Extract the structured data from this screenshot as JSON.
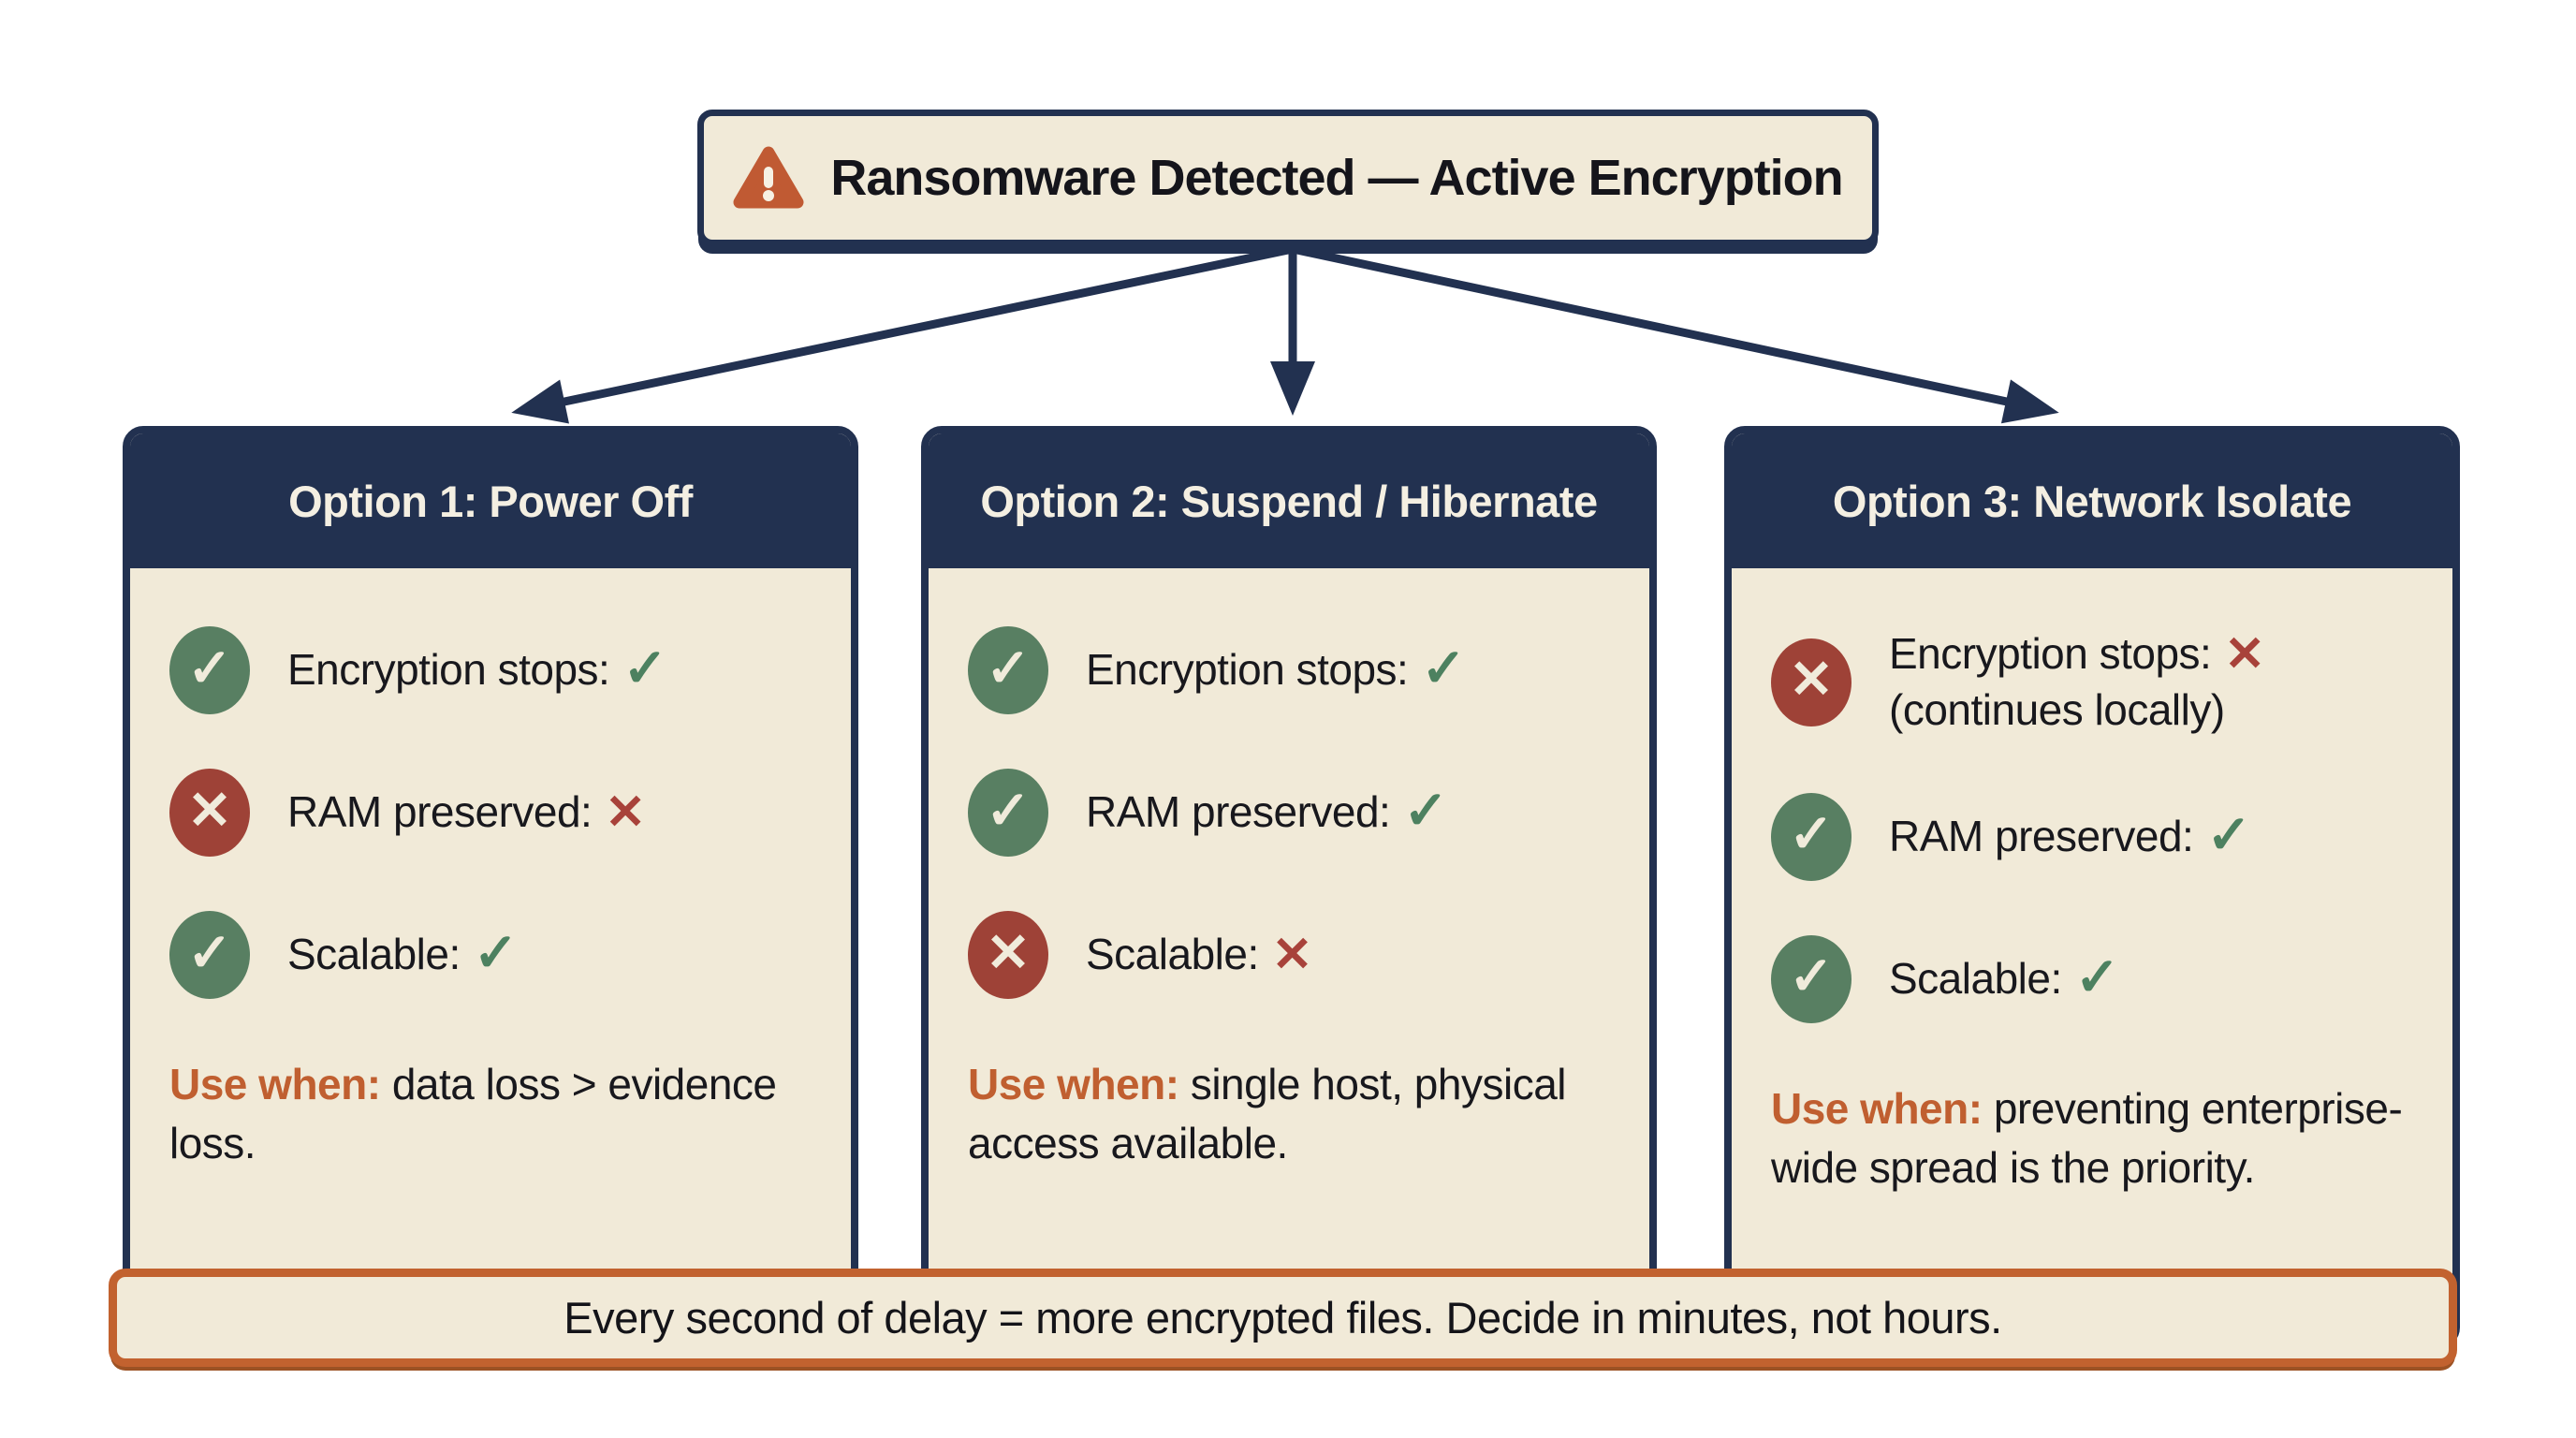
{
  "alert": {
    "title": "Ransomware Detected — Active Encryption"
  },
  "icons": {
    "check": "✓",
    "cross": "✕",
    "warning": "warning-triangle"
  },
  "colors": {
    "navy": "#223150",
    "cream": "#f1ead8",
    "orange_accent": "#c2622f",
    "green_pass": "#587f62",
    "red_fail": "#9e4237"
  },
  "options": [
    {
      "header": "Option 1: Power Off",
      "rows": [
        {
          "label": "Encryption stops:",
          "status": "pass"
        },
        {
          "label": "RAM preserved:",
          "status": "fail"
        },
        {
          "label": "Scalable:",
          "status": "pass"
        }
      ],
      "use_when_label": "Use when:",
      "use_when_text": "data loss > evidence loss."
    },
    {
      "header": "Option 2: Suspend / Hibernate",
      "rows": [
        {
          "label": "Encryption stops:",
          "status": "pass"
        },
        {
          "label": "RAM preserved:",
          "status": "pass"
        },
        {
          "label": "Scalable:",
          "status": "fail"
        }
      ],
      "use_when_label": "Use when:",
      "use_when_text": "single host, physical access available."
    },
    {
      "header": "Option 3: Network Isolate",
      "rows": [
        {
          "label": "Encryption stops:",
          "status": "fail",
          "suffix": "(continues locally)"
        },
        {
          "label": "RAM preserved:",
          "status": "pass"
        },
        {
          "label": "Scalable:",
          "status": "pass"
        }
      ],
      "use_when_label": "Use when:",
      "use_when_text": "preventing enterprise-wide spread is the priority."
    }
  ],
  "footer_note": "Every second of delay = more encrypted files. Decide in minutes, not hours."
}
